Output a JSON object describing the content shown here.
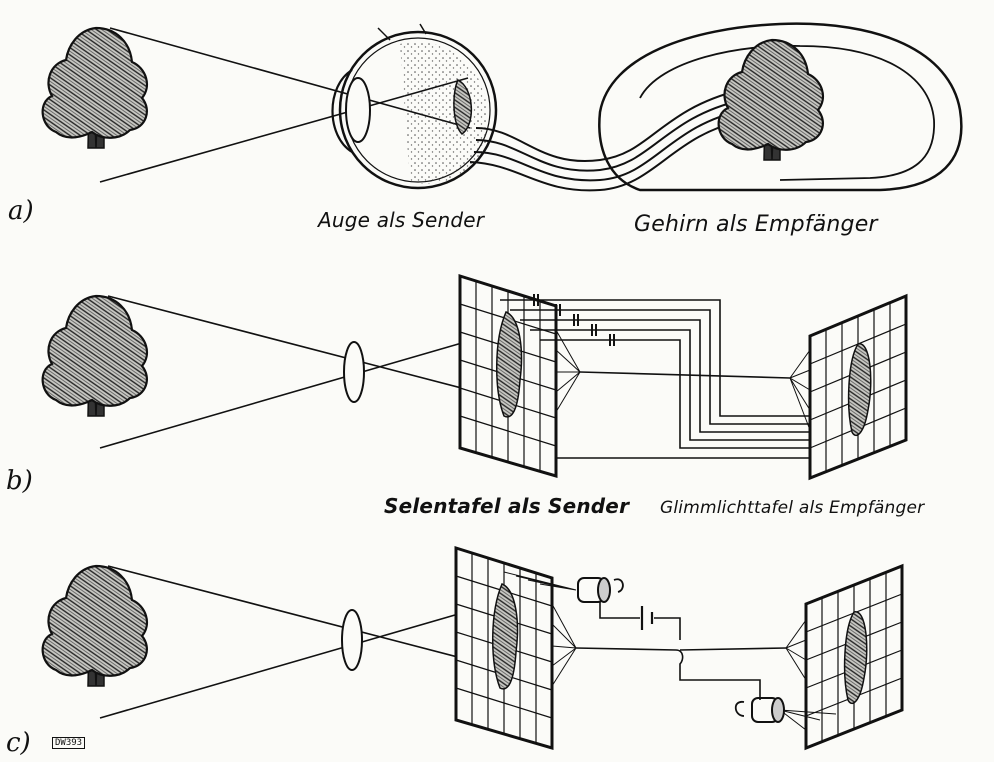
{
  "rows": {
    "a": {
      "letter": "a)",
      "left_label": "Auge als Sender",
      "right_label": "Gehirn als Empfänger"
    },
    "b": {
      "letter": "b)",
      "left_label": "Selentafel als Sender",
      "right_label": "Glimmlichttafel als Empfänger"
    },
    "c": {
      "letter": "c)"
    }
  },
  "figure_code": "DW393",
  "colors": {
    "ink": "#111111",
    "paper": "#fbfbf8",
    "tree_fill": "#9a9a96"
  }
}
